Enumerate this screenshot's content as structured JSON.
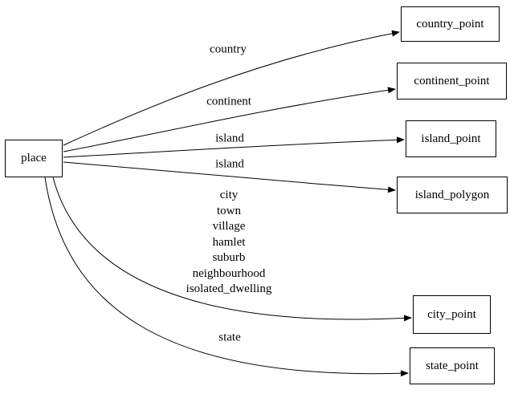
{
  "diagram": {
    "background_color": "#ffffff",
    "line_color": "#000000",
    "text_color": "#000000",
    "nodes": [
      {
        "id": "place",
        "label": "place"
      },
      {
        "id": "country_point",
        "label": "country_point"
      },
      {
        "id": "continent_point",
        "label": "continent_point"
      },
      {
        "id": "island_point",
        "label": "island_point"
      },
      {
        "id": "island_polygon",
        "label": "island_polygon"
      },
      {
        "id": "city_point",
        "label": "city_point"
      },
      {
        "id": "state_point",
        "label": "state_point"
      }
    ],
    "edges": [
      {
        "from": "place",
        "to": "country_point",
        "label": "country"
      },
      {
        "from": "place",
        "to": "continent_point",
        "label": "continent"
      },
      {
        "from": "place",
        "to": "island_point",
        "label": "island"
      },
      {
        "from": "place",
        "to": "island_polygon",
        "label": "island"
      },
      {
        "from": "place",
        "to": "city_point",
        "label_lines": [
          "city",
          "town",
          "village",
          "hamlet",
          "suburb",
          "neighbourhood",
          "isolated_dwelling"
        ]
      },
      {
        "from": "place",
        "to": "state_point",
        "label": "state"
      }
    ]
  }
}
